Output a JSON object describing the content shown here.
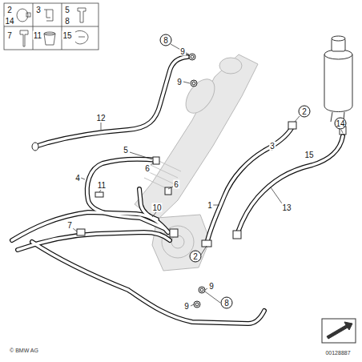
{
  "diagram": {
    "labels": [
      "2",
      "14",
      "3",
      "5",
      "8",
      "7",
      "11",
      "15",
      "8",
      "9",
      "12",
      "9",
      "2",
      "14",
      "3",
      "15",
      "5",
      "6",
      "4",
      "11",
      "6",
      "10",
      "1",
      "13",
      "7",
      "2",
      "9",
      "9",
      "8",
      "© BMW AG",
      "00128887"
    ]
  }
}
